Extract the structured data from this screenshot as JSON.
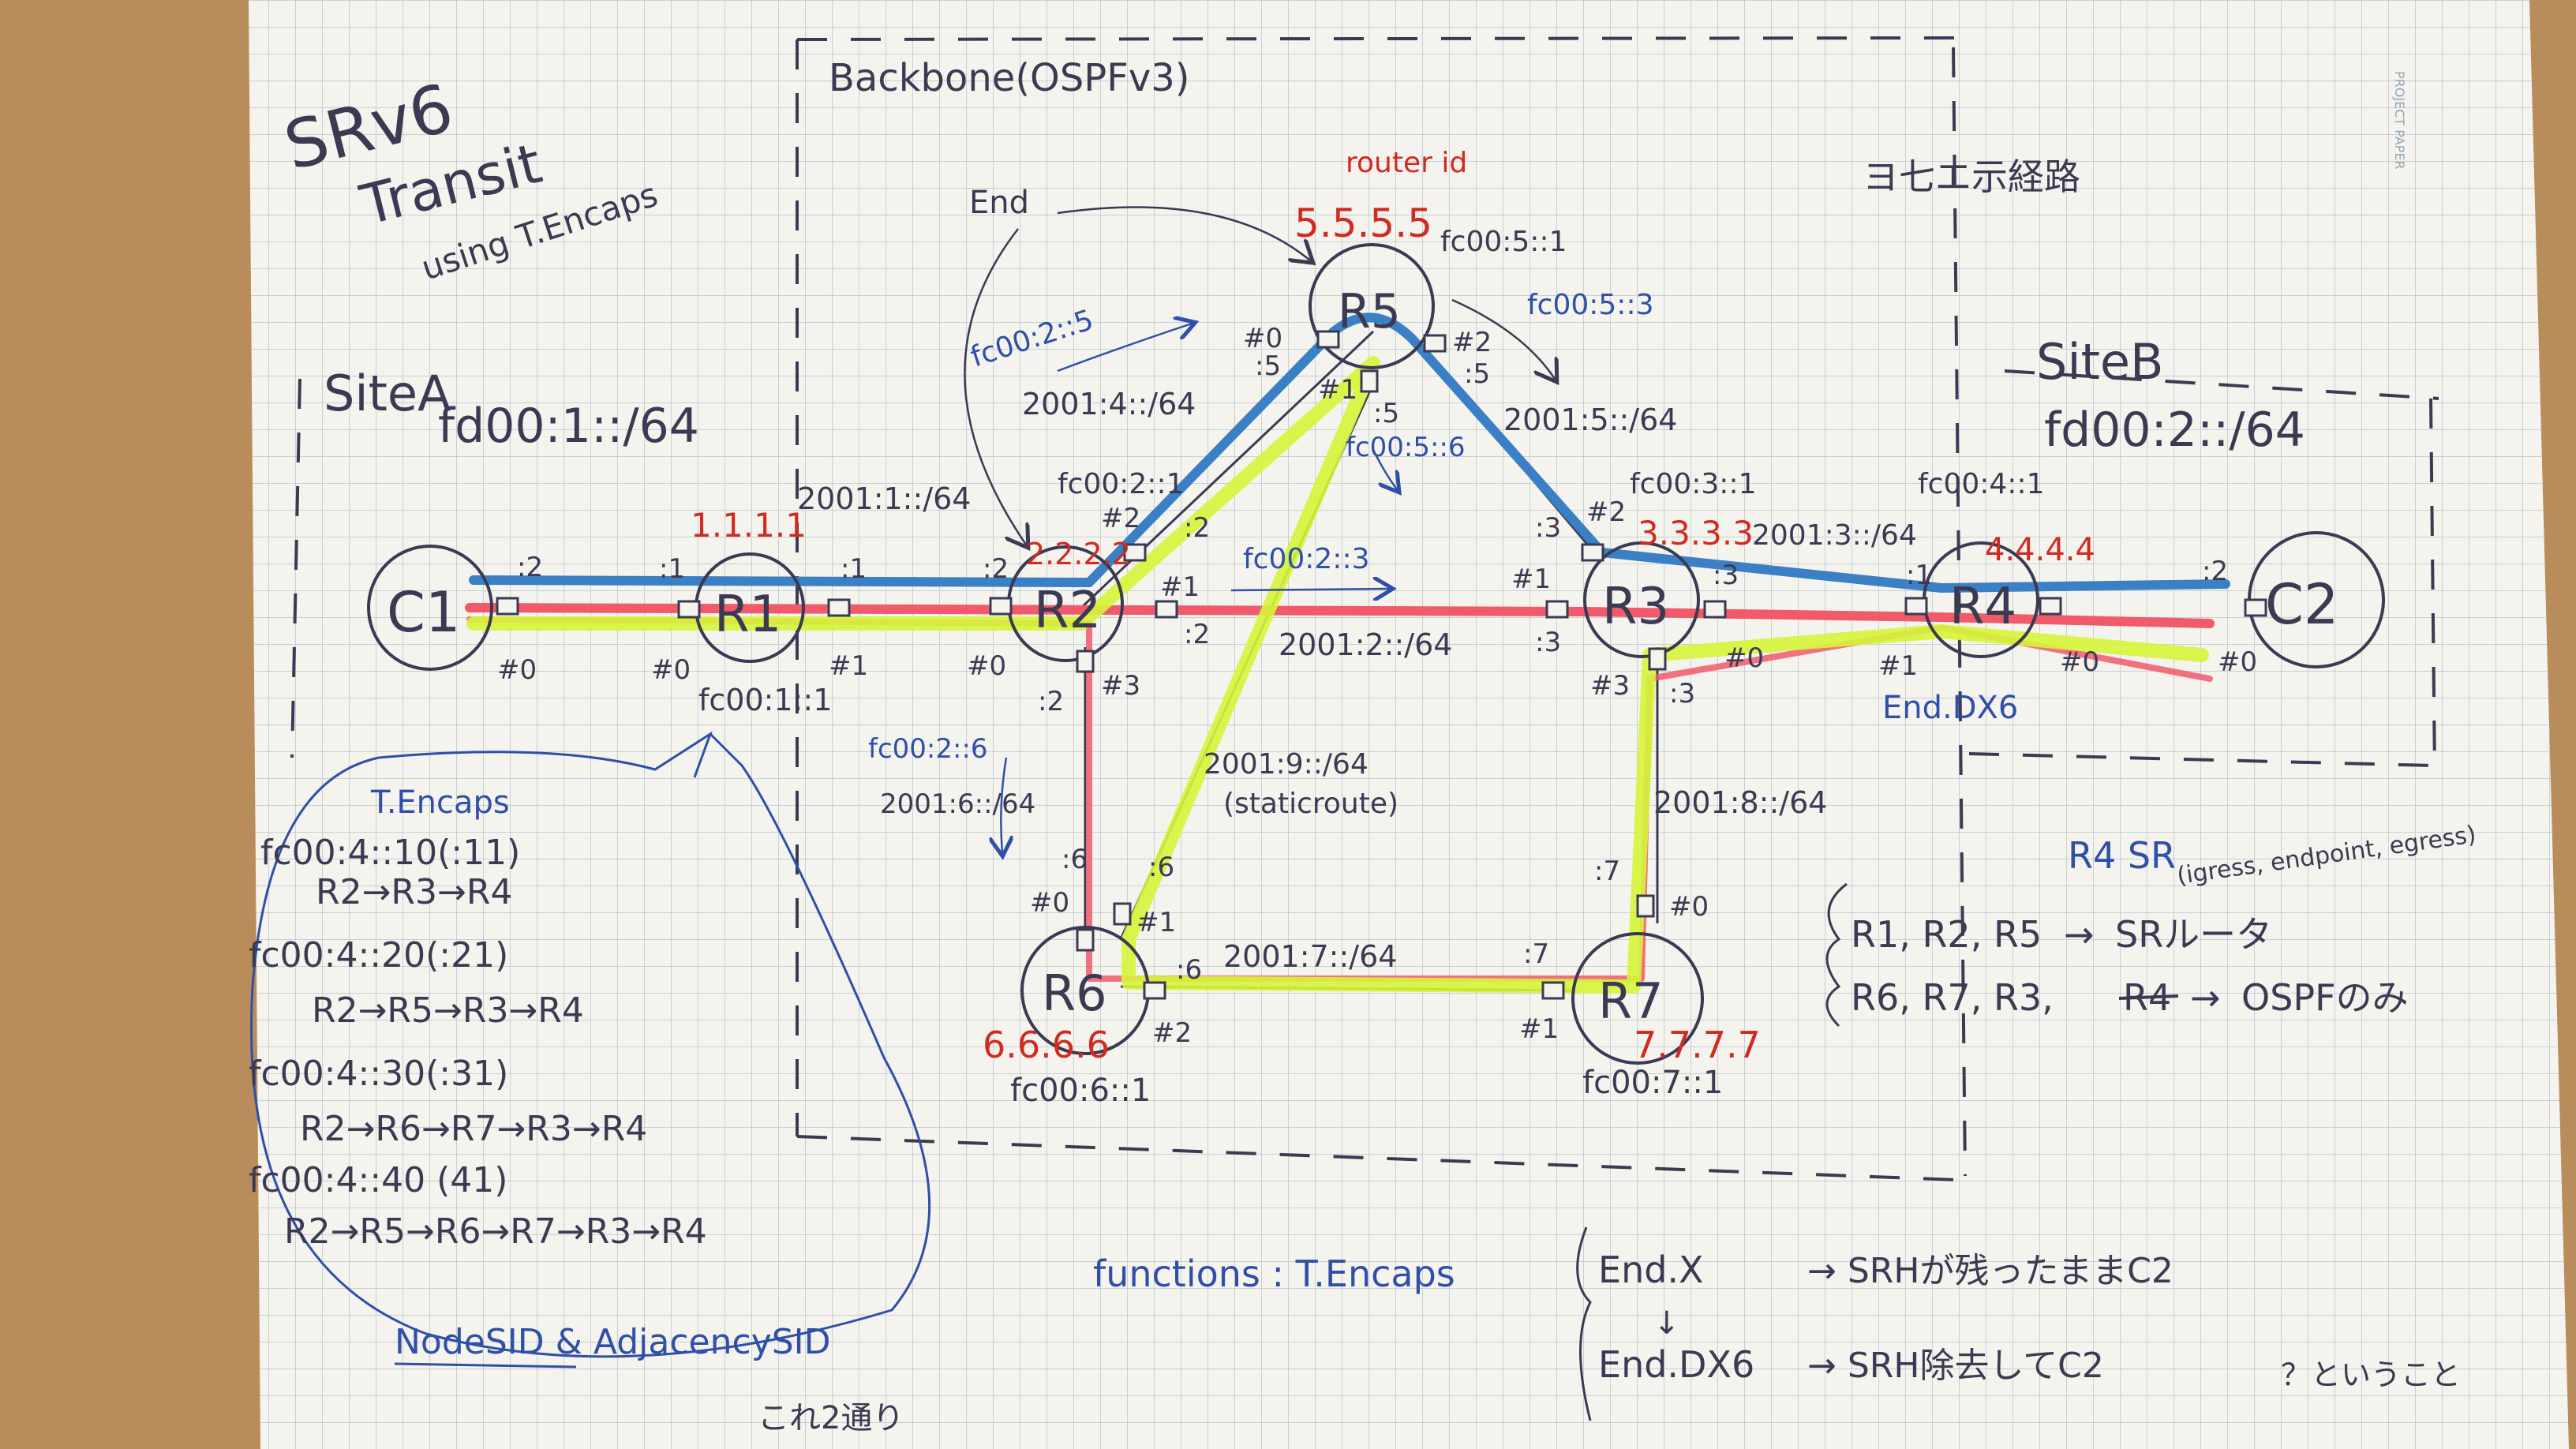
{
  "title": {
    "line1": "SRv6",
    "line2": "Transit",
    "line3": "using T.Encaps"
  },
  "backbone_label": "Backbone(OSPFv3)",
  "router_id_label": "router id",
  "end_label": "End",
  "site_a": {
    "name": "SiteA",
    "prefix": "fd00:1::/64"
  },
  "site_b": {
    "name": "SiteB",
    "prefix": "fd00:2::/64"
  },
  "right_note": "ヨ七エ示経路",
  "nodes": {
    "C1": {
      "label": "C1"
    },
    "R1": {
      "label": "R1",
      "router_id": "1.1.1.1",
      "sid": "fc00:1::1"
    },
    "R2": {
      "label": "R2",
      "router_id": "2.2.2.2",
      "sid": "fc00:2::1"
    },
    "R3": {
      "label": "R3",
      "router_id": "3.3.3.3",
      "sid": "fc00:3::1"
    },
    "R4": {
      "label": "R4",
      "router_id": "4.4.4.4",
      "sid": "fc00:4::1"
    },
    "R5": {
      "label": "R5",
      "router_id": "5.5.5.5",
      "sid": "fc00:5::1"
    },
    "R6": {
      "label": "R6",
      "router_id": "6.6.6.6",
      "sid": "fc00:6::1"
    },
    "R7": {
      "label": "R7",
      "router_id": "7.7.7.7",
      "sid": "fc00:7::1"
    },
    "C2": {
      "label": "C2"
    }
  },
  "subnets": {
    "r1_r2": "2001:1::/64",
    "r2_r3": "2001:2::/64",
    "r3_r4": "2001:3::/64",
    "r2_r5": "2001:4::/64",
    "r5_r3": "2001:5::/64",
    "r2_r6": "2001:6::/64",
    "r6_r7": "2001:7::/64",
    "r7_r3": "2001:8::/64",
    "r5_r6": "2001:9::/64",
    "static_route": "(staticroute)"
  },
  "adjacency_sids": {
    "r2_to_r5": "fc00:2::5",
    "r2_to_r3": "fc00:2::3",
    "r2_to_r6": "fc00:2::6",
    "r5_to_r3": "fc00:5::3",
    "r5_to_r6": "fc00:5::6"
  },
  "r4_function": "End.DX6",
  "interfaces": {
    "c1_if": "#0",
    "c1_addr": ":2",
    "r1_if0": "#0",
    "r1_if1": "#1",
    "r1_a1": ":1",
    "r1_a2": ":1",
    "r2_if0": "#0",
    "r2_if1": "#1",
    "r2_if2": "#2",
    "r2_if3": "#3",
    "r2_a1": ":2",
    "r2_a2": ":2",
    "r2_a3": ":2",
    "r2_a4": ":2",
    "r3_if0": "#0",
    "r3_if1": "#1",
    "r3_if2": "#2",
    "r3_if3": "#3",
    "r3_a1": ":3",
    "r3_a2": ":3",
    "r3_a3": ":3",
    "r3_a4": ":3",
    "r4_if0": "#0",
    "r4_if1": "#1",
    "r4_a1": ":1",
    "r5_if0": "#0",
    "r5_if1": "#1",
    "r5_if2": "#2",
    "r5_a1": ":5",
    "r5_a2": ":5",
    "r5_a3": ":5",
    "r6_if0": "#0",
    "r6_if1": "#1",
    "r6_if2": "#2",
    "r6_a1": ":6",
    "r6_a2": ":6",
    "r6_a3": ":6",
    "r7_if0": "#0",
    "r7_if1": "#1",
    "r7_a1": ":7",
    "r7_a2": ":7",
    "c2_if": "#0",
    "c2_addr": ":2"
  },
  "t_encaps": {
    "heading": "T.Encaps",
    "entries": [
      {
        "sid": "fc00:4::10(:11)",
        "path": "R2→R3→R4"
      },
      {
        "sid": "fc00:4::20(:21)",
        "path": "R2→R5→R3→R4"
      },
      {
        "sid": "fc00:4::30(:31)",
        "path": "R2→R6→R7→R3→R4"
      },
      {
        "sid": "fc00:4::40 (41)",
        "path": "R2→R5→R6→R7→R3→R4"
      }
    ],
    "footer": "NodeSID & AdjacencySID",
    "footer2": "これ2通り"
  },
  "r4_sr": {
    "title": "R4 SR",
    "sub": "(igress, endpoint, egress)"
  },
  "roles": [
    {
      "routers": "R1, R2, R5",
      "arrow": "→",
      "result": "SRルータ"
    },
    {
      "routers": "R6, R7, R3,",
      "struck": "R4",
      "arrow": "→",
      "result": "OSPFのみ"
    }
  ],
  "functions": {
    "label": "functions : T.Encaps",
    "end_x": "End.X",
    "end_x_desc": "→ SRHが残ったままC2",
    "end_dx6": "End.DX6",
    "end_dx6_desc": "→ SRH除去してC2",
    "question": "？ということ"
  },
  "watermark": "PROJECT PAPER",
  "colors": {
    "paper": "#f4f3ee",
    "grid": "#b8c6cc",
    "ink_blue": "#2f4fa8",
    "ink_red": "#d12a20",
    "path_blue": "#3b7fc4",
    "path_yellow": "#d6f53a",
    "path_red": "#f05a6a",
    "pencil": "#3a3a52"
  }
}
